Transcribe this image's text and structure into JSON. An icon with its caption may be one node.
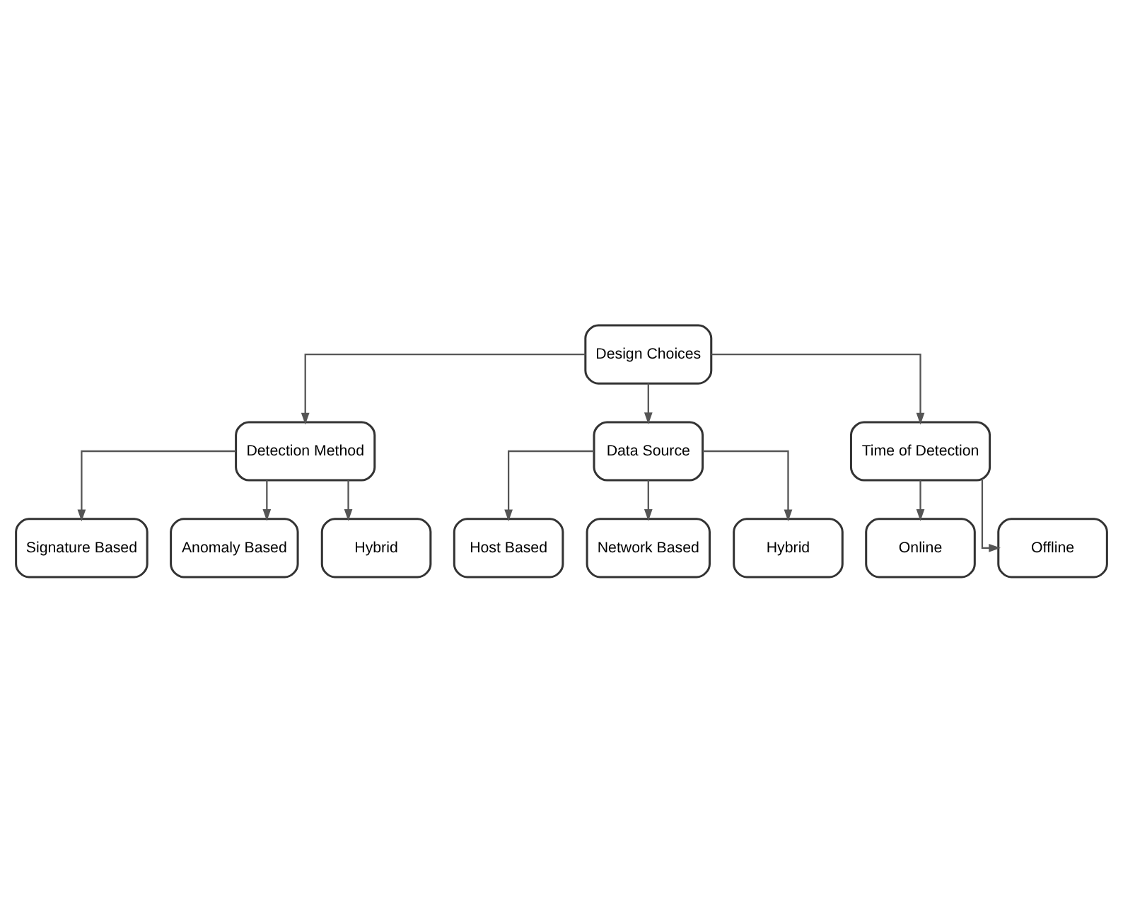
{
  "diagram": {
    "nodes": [
      {
        "text": [
          "Design Choices"
        ]
      },
      {
        "text": [
          "Detection Method"
        ]
      },
      {
        "text": [
          "Data Source"
        ]
      },
      {
        "text": [
          "Time of Detection"
        ]
      },
      {
        "text": [
          "Signature Based"
        ]
      },
      {
        "text": [
          "Anomaly Based"
        ]
      },
      {
        "text": [
          "Hybrid"
        ]
      },
      {
        "text": [
          "Host Based"
        ]
      },
      {
        "text": [
          "Network Based"
        ]
      },
      {
        "text": [
          "Hybrid"
        ]
      },
      {
        "text": [
          "Online"
        ]
      },
      {
        "text": [
          "Offline"
        ]
      }
    ],
    "edges": [
      {
        "from": 0,
        "to": 1,
        "arrow": "to"
      },
      {
        "from": 0,
        "to": 2,
        "arrow": "to"
      },
      {
        "from": 0,
        "to": 3,
        "arrow": "to"
      },
      {
        "from": 1,
        "to": 4,
        "arrow": "to"
      },
      {
        "from": 1,
        "to": 5,
        "arrow": "to"
      },
      {
        "from": 1,
        "to": 6,
        "arrow": "to"
      },
      {
        "from": 2,
        "to": 7,
        "arrow": "to"
      },
      {
        "from": 2,
        "to": 8,
        "arrow": "to"
      },
      {
        "from": 2,
        "to": 9,
        "arrow": "to"
      },
      {
        "from": 3,
        "to": 10,
        "arrow": "to"
      },
      {
        "from": 3,
        "to": 11,
        "arrow": "to"
      }
    ]
  }
}
